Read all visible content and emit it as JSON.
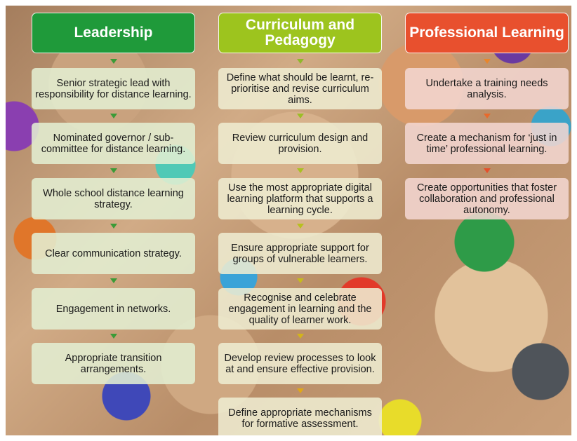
{
  "columns": [
    {
      "title": "Leadership",
      "color": "#1f9a3a",
      "arrow_color": "#3b9b37",
      "items": [
        "Senior strategic lead with responsibility for distance learning.",
        "Nominated governor / sub-committee for distance learning.",
        "Whole school distance learning strategy.",
        "Clear communication strategy.",
        "Engagement in networks.",
        "Appropriate transition arrangements."
      ]
    },
    {
      "title": "Curriculum and Pedagogy",
      "color": "#9dc41e",
      "arrow_color": "#c8b41e",
      "items": [
        "Define what should be learnt, re-prioritise and revise curriculum aims.",
        "Review curriculum design and provision.",
        "Use the most appropriate digital learning platform that supports a learning cycle.",
        "Ensure appropriate support for groups of vulnerable learners.",
        "Recognise and celebrate engagement in learning and the quality of learner work.",
        "Develop review processes to look at and ensure effective provision.",
        "Define appropriate mechanisms for formative assessment."
      ]
    },
    {
      "title": "Professional Learning",
      "color": "#e8502e",
      "arrow_color": "#e3662c",
      "items": [
        "Undertake a training needs analysis.",
        "Create a mechanism for ‘just in time’ professional learning.",
        "Create opportunities that foster collaboration and professional autonomy."
      ]
    }
  ]
}
